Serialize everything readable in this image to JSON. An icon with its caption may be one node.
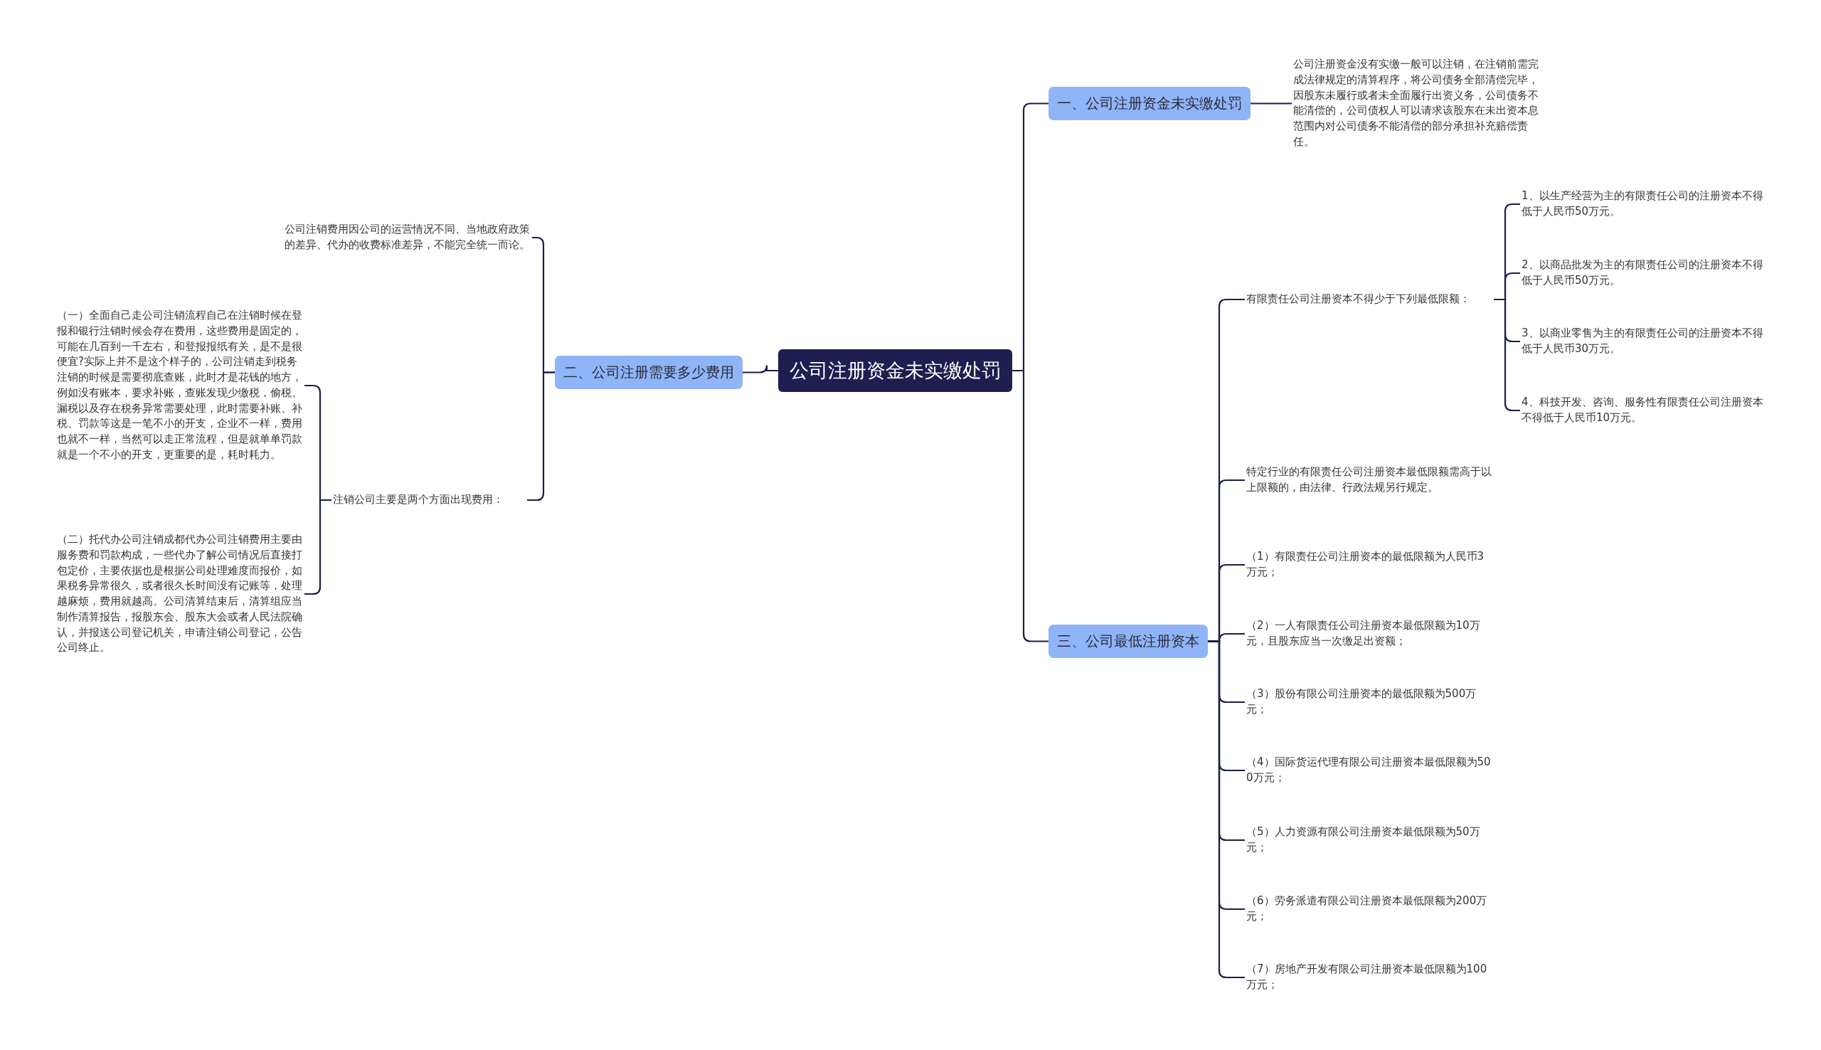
{
  "diagram": {
    "nodes": [
      {
        "text": [
          "公司注册资金未实缴处罚"
        ]
      },
      {
        "text": [
          "一、公司注册资金未实缴处罚"
        ]
      },
      {
        "text": [
          "公司注册资金没有实缴一般可以注销，在注销前需完成法律规定的清算程序，将公司债务全部清偿完毕，因股东未履行或者未全面履行出资义务，公司债务不能清偿的，公司债权人可以请求该股东在未出资本息范围内对公司债务不能清偿的部分承担补充赔偿责任。"
        ]
      },
      {
        "text": [
          "二、公司注册需要多少费用"
        ]
      },
      {
        "text": [
          "公司注销费用因公司的运营情况不同、当地政府政策的差异、代办的收费标准差异，不能完全统一而论。"
        ]
      },
      {
        "text": [
          "注销公司主要是两个方面出现费用："
        ]
      },
      {
        "text": [
          "（一）全面自己走公司注销流程自己在注销时候在登报和银行注销时候会存在费用，这些费用是固定的，可能在几百到一千左右，和登报报纸有关，是不是很便宜?实际上并不是这个样子的，公司注销走到税务注销的时候是需要彻底查账，此时才是花钱的地方，例如没有账本，要求补账，查账发现少缴税，偷税、漏税以及存在税务异常需要处理，此时需要补账、补税、罚款等这是一笔不小的开支，企业不一样，费用也就不一样，当然可以走正常流程，但是就单单罚款就是一个不小的开支，更重要的是，耗时耗力。"
        ]
      },
      {
        "text": [
          "（二）托代办公司注销成都代办公司注销费用主要由服务费和罚款构成，一些代办了解公司情况后直接打包定价，主要依据也是根据公司处理难度而报价，如果税务异常很久，或者很久长时间没有记账等，处理越麻烦，费用就越高。公司清算结束后，清算组应当制作清算报告，报股东会、股东大会或者人民法院确认，并报送公司登记机关，申请注销公司登记，公告公司终止。"
        ]
      },
      {
        "text": [
          "三、公司最低注册资本"
        ]
      },
      {
        "text": [
          "有限责任公司注册资本不得少于下列最低限额："
        ]
      },
      {
        "text": [
          "1、以生产经营为主的有限责任公司的注册资本不得低于人民币50万元。"
        ]
      },
      {
        "text": [
          "2、以商品批发为主的有限责任公司的注册资本不得低于人民币50万元。"
        ]
      },
      {
        "text": [
          "3、以商业零售为主的有限责任公司的注册资本不得低于人民币30万元。"
        ]
      },
      {
        "text": [
          "4、科技开发、咨询、服务性有限责任公司注册资本不得低于人民币10万元。"
        ]
      },
      {
        "text": [
          "特定行业的有限责任公司注册资本最低限额需高于以上限额的，由法律、行政法规另行规定。"
        ]
      },
      {
        "text": [
          "（1）有限责任公司注册资本的最低限额为人民币3万元；"
        ]
      },
      {
        "text": [
          "（2）一人有限责任公司注册资本最低限额为10万元，且股东应当一次缴足出资额；"
        ]
      },
      {
        "text": [
          "（3）股份有限公司注册资本的最低限额为500万元；"
        ]
      },
      {
        "text": [
          "（4）国际货运代理有限公司注册资本最低限额为500万元；"
        ]
      },
      {
        "text": [
          "（5）人力资源有限公司注册资本最低限额为50万元；"
        ]
      },
      {
        "text": [
          "（6）劳务派遣有限公司注册资本最低限额为200万元；"
        ]
      },
      {
        "text": [
          "（7）房地产开发有限公司注册资本最低限额为100万元；"
        ]
      }
    ],
    "edges": [
      {
        "from": 0,
        "to": 1,
        "arrow": "none"
      },
      {
        "from": 1,
        "to": 2,
        "arrow": "none"
      },
      {
        "from": 0,
        "to": 3,
        "arrow": "none"
      },
      {
        "from": 3,
        "to": 4,
        "arrow": "none"
      },
      {
        "from": 3,
        "to": 5,
        "arrow": "none"
      },
      {
        "from": 5,
        "to": 6,
        "arrow": "none"
      },
      {
        "from": 5,
        "to": 7,
        "arrow": "none"
      },
      {
        "from": 0,
        "to": 8,
        "arrow": "none"
      },
      {
        "from": 8,
        "to": 9,
        "arrow": "none"
      },
      {
        "from": 9,
        "to": 10,
        "arrow": "none"
      },
      {
        "from": 9,
        "to": 11,
        "arrow": "none"
      },
      {
        "from": 9,
        "to": 12,
        "arrow": "none"
      },
      {
        "from": 9,
        "to": 13,
        "arrow": "none"
      },
      {
        "from": 8,
        "to": 14,
        "arrow": "none"
      },
      {
        "from": 8,
        "to": 15,
        "arrow": "none"
      },
      {
        "from": 8,
        "to": 16,
        "arrow": "none"
      },
      {
        "from": 8,
        "to": 17,
        "arrow": "none"
      },
      {
        "from": 8,
        "to": 18,
        "arrow": "none"
      },
      {
        "from": 8,
        "to": 19,
        "arrow": "none"
      },
      {
        "from": 8,
        "to": 20,
        "arrow": "none"
      },
      {
        "from": 8,
        "to": 21,
        "arrow": "none"
      }
    ]
  }
}
